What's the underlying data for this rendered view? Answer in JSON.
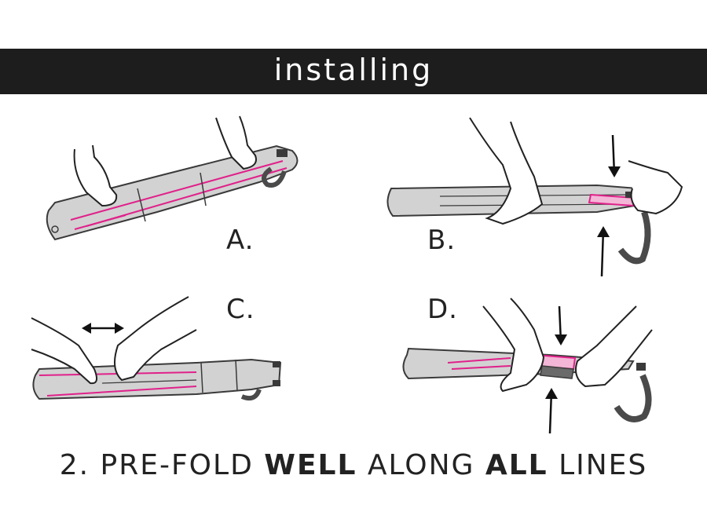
{
  "header": {
    "title": "installing"
  },
  "steps": [
    {
      "id": "A",
      "label": "A."
    },
    {
      "id": "B",
      "label": "B."
    },
    {
      "id": "C",
      "label": "C."
    },
    {
      "id": "D",
      "label": "D."
    }
  ],
  "caption": {
    "prefix": "2. PRE-FOLD ",
    "bold1": "WELL",
    "middle": " ALONG ",
    "bold2": "ALL",
    "suffix": " LINES"
  },
  "colors": {
    "banner": "#1d1d1d",
    "skin_fill": "#d2d2d2",
    "skin_outline": "#3a3a3a",
    "fold_line": "#e0218a",
    "strap": "#4a4a4a"
  }
}
